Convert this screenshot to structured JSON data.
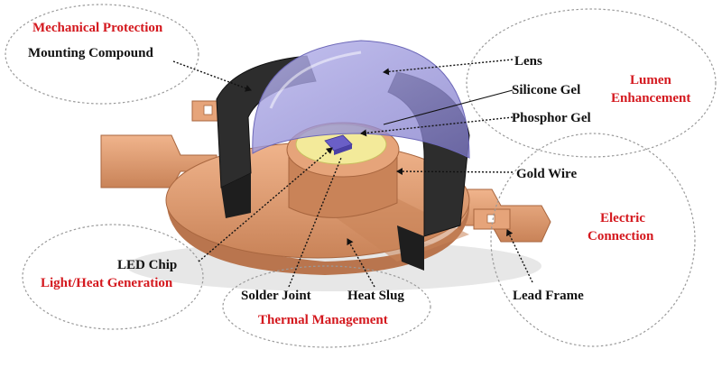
{
  "colors": {
    "category_red": "#d4181e",
    "copper": "#e6a47a",
    "copper_dark": "#b9754e",
    "housing": "#2d2d2d",
    "lens": "#9a96d8",
    "phosphor": "#f3ea9a",
    "chip": "#6a5fc7"
  },
  "groups": {
    "mechanical": {
      "category": "Mechanical Protection",
      "items": [
        "Mounting Compound"
      ]
    },
    "lumen": {
      "category": "Lumen Enhancement",
      "category_lines": [
        "Lumen",
        "Enhancement"
      ],
      "items": [
        "Lens",
        "Silicone Gel",
        "Phosphor Gel"
      ]
    },
    "electric": {
      "category": "Electric Connection",
      "category_lines": [
        "Electric",
        "Connection"
      ],
      "items": [
        "Gold Wire",
        "Lead Frame"
      ]
    },
    "light": {
      "category": "Light/Heat Generation",
      "items": [
        "LED Chip"
      ]
    },
    "thermal": {
      "category": "Thermal Management",
      "items": [
        "Solder Joint",
        "Heat Slug"
      ]
    }
  }
}
